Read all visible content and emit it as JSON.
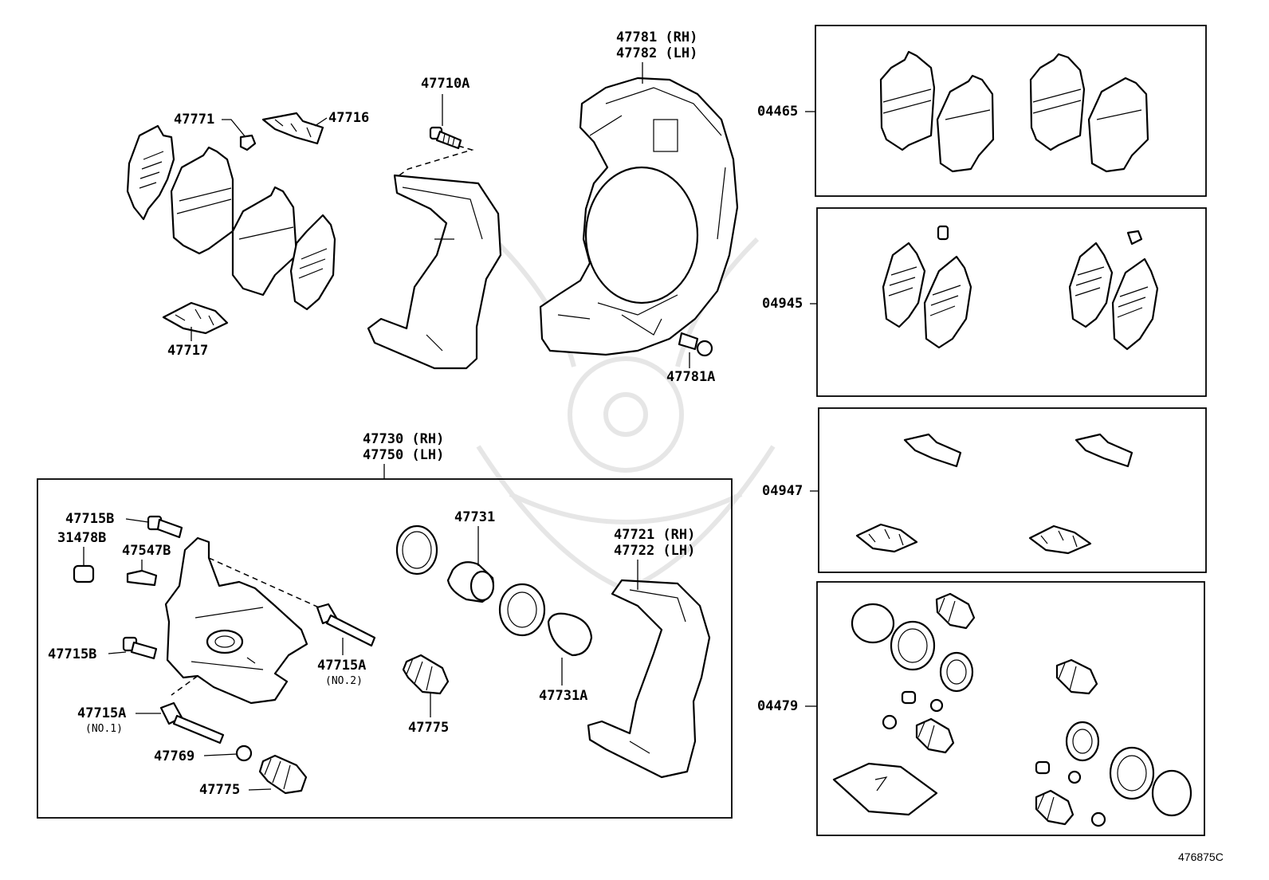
{
  "diagram_code": "476875C",
  "labels": {
    "p47771": "47771",
    "p47716": "47716",
    "p47710A": "47710A",
    "p47781_rh": "47781 (RH)",
    "p47782_lh": "47782 (LH)",
    "p47717": "47717",
    "p47781A": "47781A",
    "p47730_rh": "47730 (RH)",
    "p47750_lh": "47750 (LH)",
    "p47715B_top": "47715B",
    "p31478B": "31478B",
    "p47547B": "47547B",
    "p47715B_mid": "47715B",
    "p47715A_no2": "47715A",
    "no2": "(NO.2)",
    "p47715A_no1": "47715A",
    "no1": "(NO.1)",
    "p47769": "47769",
    "p47775_bottom": "47775",
    "p47731": "47731",
    "p47775_center": "47775",
    "p47731A": "47731A",
    "p47721_rh": "47721 (RH)",
    "p47722_lh": "47722 (LH)",
    "kit_04465": "04465",
    "kit_04945": "04945",
    "kit_04947": "04947",
    "kit_04479": "04479"
  }
}
